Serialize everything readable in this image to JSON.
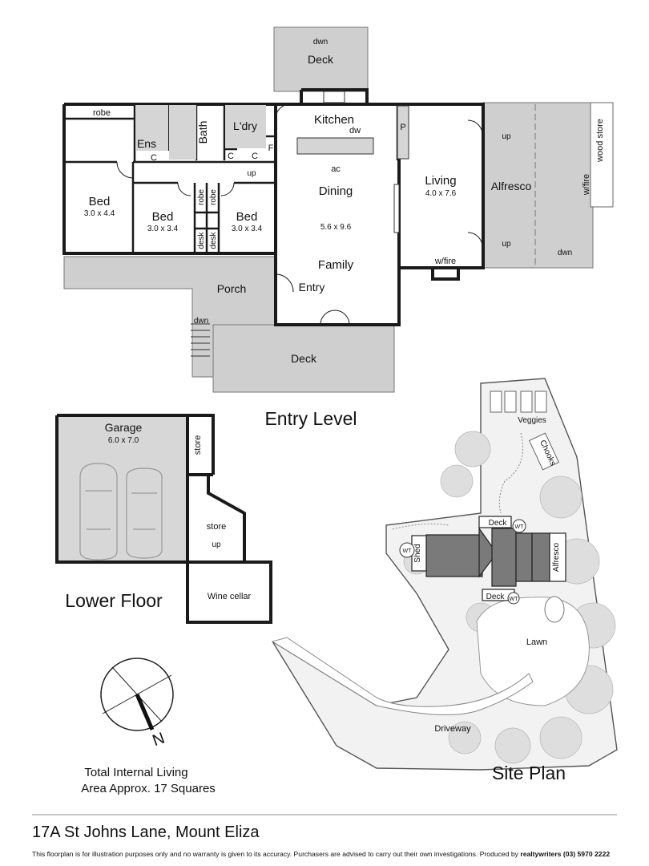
{
  "rooms": {
    "deck_top": "Deck",
    "dwn_top": "dwn",
    "kitchen": "Kitchen",
    "dw": "dw",
    "robe_master": "robe",
    "ens": "Ens",
    "bath": "Bath",
    "ldry": "L'dry",
    "c1": "C",
    "c2": "C",
    "c3": "C",
    "p": "P",
    "f": "F",
    "living": "Living",
    "living_dim": "4.0 x 7.6",
    "alfresco": "Alfresco",
    "wood_store": "wood store",
    "wfire_ext": "w/fire",
    "up1": "up",
    "up2": "up",
    "dwn_alf": "dwn",
    "bed1": "Bed",
    "bed1_dim": "3.0 x 4.4",
    "bed2": "Bed",
    "bed2_dim": "3.0 x 3.4",
    "bed3": "Bed",
    "bed3_dim": "3.0 x 3.4",
    "robe2": "robe",
    "robe3": "robe",
    "desk2": "desk",
    "desk3": "desk",
    "up_hall": "up",
    "ac": "ac",
    "dining": "Dining",
    "dining_dim": "5.6 x 9.6",
    "family": "Family",
    "wfire_living": "w/fire",
    "porch": "Porch",
    "entry": "Entry",
    "dwn_porch": "dwn",
    "deck_bottom": "Deck"
  },
  "lower": {
    "garage": "Garage",
    "garage_dim": "6.0 x 7.0",
    "store1": "store",
    "store2": "store",
    "up": "up",
    "wine": "Wine cellar"
  },
  "site": {
    "veggies": "Veggies",
    "chooks": "Chooks",
    "deck1": "Deck",
    "deck2": "Deck",
    "wt1": "WT",
    "wt2": "WT",
    "wt3": "WT",
    "shed": "Shed",
    "alfresco": "Alfresco",
    "lawn": "Lawn",
    "driveway": "Driveway"
  },
  "labels": {
    "entry_level": "Entry Level",
    "lower_floor": "Lower Floor",
    "site_plan": "Site  Plan",
    "area1": "Total Internal Living",
    "area2": "Area Approx. 17 Squares",
    "north": "N"
  },
  "footer": {
    "address": "17A St Johns Lane, Mount Eliza",
    "disclaimer": "This floorplan is for illustration purposes only and no warranty is given to its accuracy. Purchasers are advised to carry out their own investigations. Produced by",
    "brand": "realtywriters (03) 5970 2222"
  }
}
